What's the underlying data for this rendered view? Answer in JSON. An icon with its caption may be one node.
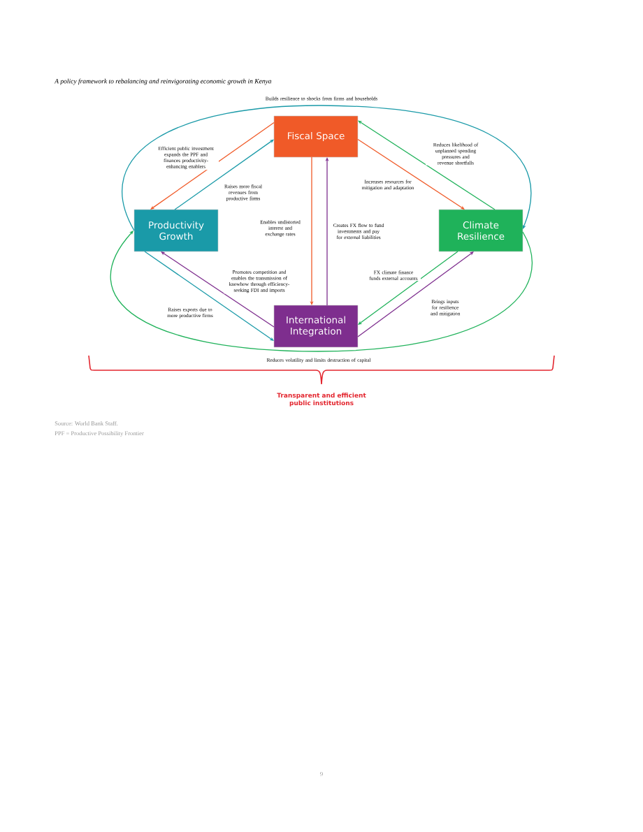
{
  "diagram": {
    "title": "A policy framework to rebalancing and reinvigorating economic growth in Kenya",
    "nodes": [
      {
        "text": [
          "Fiscal Space"
        ]
      },
      {
        "text": [
          "Productivity Growth"
        ]
      },
      {
        "text": [
          "Climate Resilience"
        ]
      },
      {
        "text": [
          "International Integration"
        ]
      }
    ],
    "edges": [
      {
        "from": 0,
        "to": 1,
        "arrow": "to",
        "color": "#f05a28",
        "label": "Efficient public investment expands the PPF and finances productivity-enhancing enablers"
      },
      {
        "from": 1,
        "to": 0,
        "arrow": "to",
        "color": "#1a9aa8",
        "label": "Raises more fiscal revenues from productive firms"
      },
      {
        "from": 0,
        "to": 2,
        "arrow": "to",
        "color": "#f05a28",
        "label": "Increases resources for mitigation and adaptation"
      },
      {
        "from": 2,
        "to": 0,
        "arrow": "to",
        "color": "#1fb25a",
        "label": "Reduces likelihood of unplanned spending pressures and revenue shortfalls"
      },
      {
        "from": 0,
        "to": 3,
        "arrow": "to",
        "color": "#f05a28",
        "label": "Enables undistorted interest and exchange rates"
      },
      {
        "from": 3,
        "to": 0,
        "arrow": "to",
        "color": "#7e2e8e",
        "label": "Creates FX flow to fund investments and pay for external liabilities"
      },
      {
        "from": 3,
        "to": 1,
        "arrow": "to",
        "color": "#7e2e8e",
        "label": "Promotes competition and enables the transmission of knowhow through efficiency-seeking FDI and imports"
      },
      {
        "from": 1,
        "to": 3,
        "arrow": "to",
        "color": "#1a9aa8",
        "label": "Raises exports due to more productive firms"
      },
      {
        "from": 2,
        "to": 3,
        "arrow": "to",
        "color": "#1fb25a",
        "label": "FX climate finance funds external accounts"
      },
      {
        "from": 3,
        "to": 2,
        "arrow": "to",
        "color": "#7e2e8e",
        "label": "Brings inputs for resilience and mitigation"
      },
      {
        "from": 1,
        "to": 2,
        "arrow": "to",
        "color": "#1a9aa8",
        "label": "Builds resilience to shocks from firms and households"
      },
      {
        "from": 2,
        "to": 1,
        "arrow": "to",
        "color": "#1fb25a",
        "label": "Reduces volatility and limits destruction of capital"
      }
    ],
    "labels": [
      "Transparent and efficient public institutions",
      "Source: World Bank Staff.",
      "PPF = Productive Possibility Frontier",
      "9"
    ]
  }
}
